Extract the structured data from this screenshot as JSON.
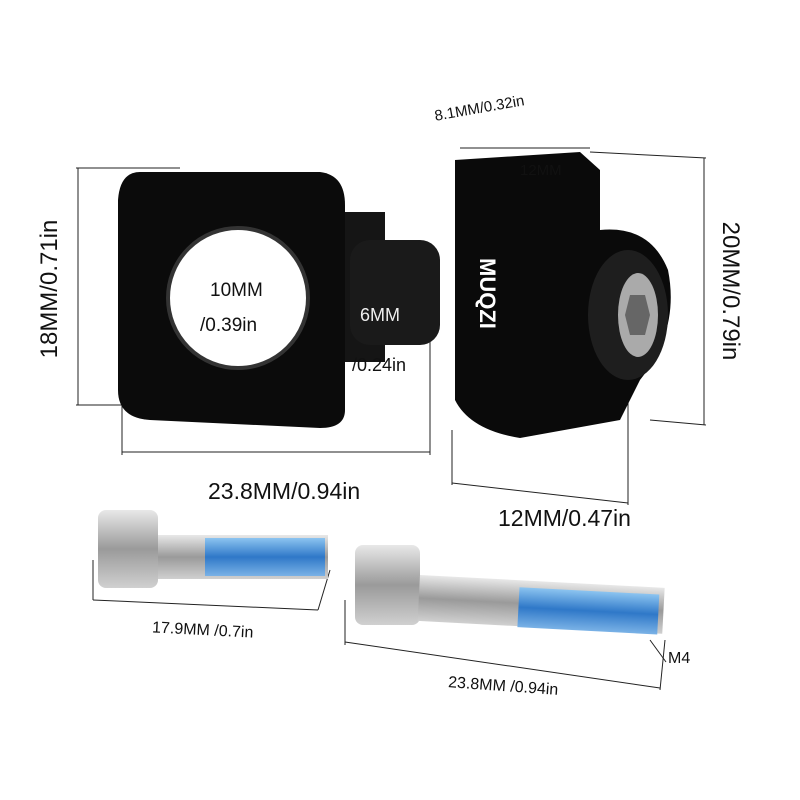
{
  "brand_logo": "MUQZI",
  "dimensions": {
    "top_width": "8.1MM/0.32in",
    "top_depth": "12MM",
    "left_height": "18MM/0.71in",
    "right_height": "20MM/0.79in",
    "hole_diameter_mm": "10MM",
    "hole_diameter_in": "/0.39in",
    "shaft_mm": "6MM",
    "shaft_in": "/0.24in",
    "overall_length": "23.8MM/0.94in",
    "block_width": "12MM/0.47in",
    "short_bolt": "17.9MM /0.7in",
    "long_bolt": "23.8MM /0.94in",
    "thread": "M4"
  },
  "colors": {
    "part": "#0b0b0b",
    "thread_coating": "#3f8fd8",
    "bolt": "#b8b8b8"
  }
}
